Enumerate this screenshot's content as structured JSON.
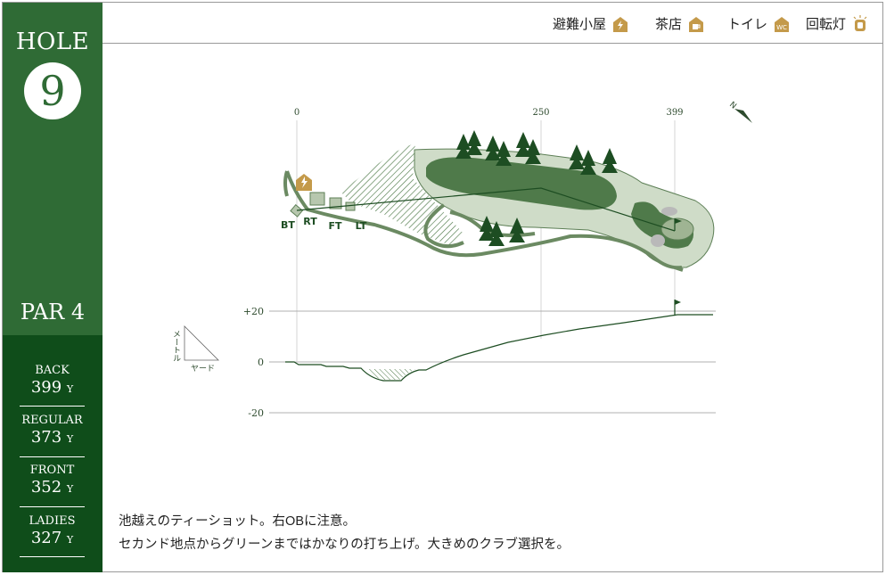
{
  "hole": {
    "label": "HOLE",
    "number": "9",
    "par": "PAR 4"
  },
  "tees": [
    {
      "name": "BACK",
      "yards": "399",
      "unit": "Y"
    },
    {
      "name": "REGULAR",
      "yards": "373",
      "unit": "Y"
    },
    {
      "name": "FRONT",
      "yards": "352",
      "unit": "Y"
    },
    {
      "name": "LADIES",
      "yards": "327",
      "unit": "Y"
    }
  ],
  "legend": {
    "shelter": "避難小屋",
    "teahouse": "茶店",
    "toilet": "トイレ",
    "beacon": "回転灯"
  },
  "icons": {
    "shelter": "lightning-icon",
    "teahouse": "cup-icon",
    "toilet": "wc-icon",
    "beacon": "beacon-icon"
  },
  "colors": {
    "side": "#2f6b35",
    "side_dark": "#0f4d1a",
    "icon": "#c49a4a",
    "fairway": "#4f7a4a",
    "rough": "#cfdcc8"
  },
  "map": {
    "distance_marks": [
      "0",
      "250",
      "399"
    ],
    "tee_labels": [
      "BT",
      "RT",
      "FT",
      "LT"
    ],
    "unit_meter": "メートル",
    "unit_yard": "ヤード"
  },
  "profile": {
    "labels": [
      "+20",
      "0",
      "-20"
    ]
  },
  "description": [
    "池越えのティーショット。右OBに注意。",
    "セカンド地点からグリーンまではかなりの打ち上げ。大きめのクラブ選択を。"
  ]
}
